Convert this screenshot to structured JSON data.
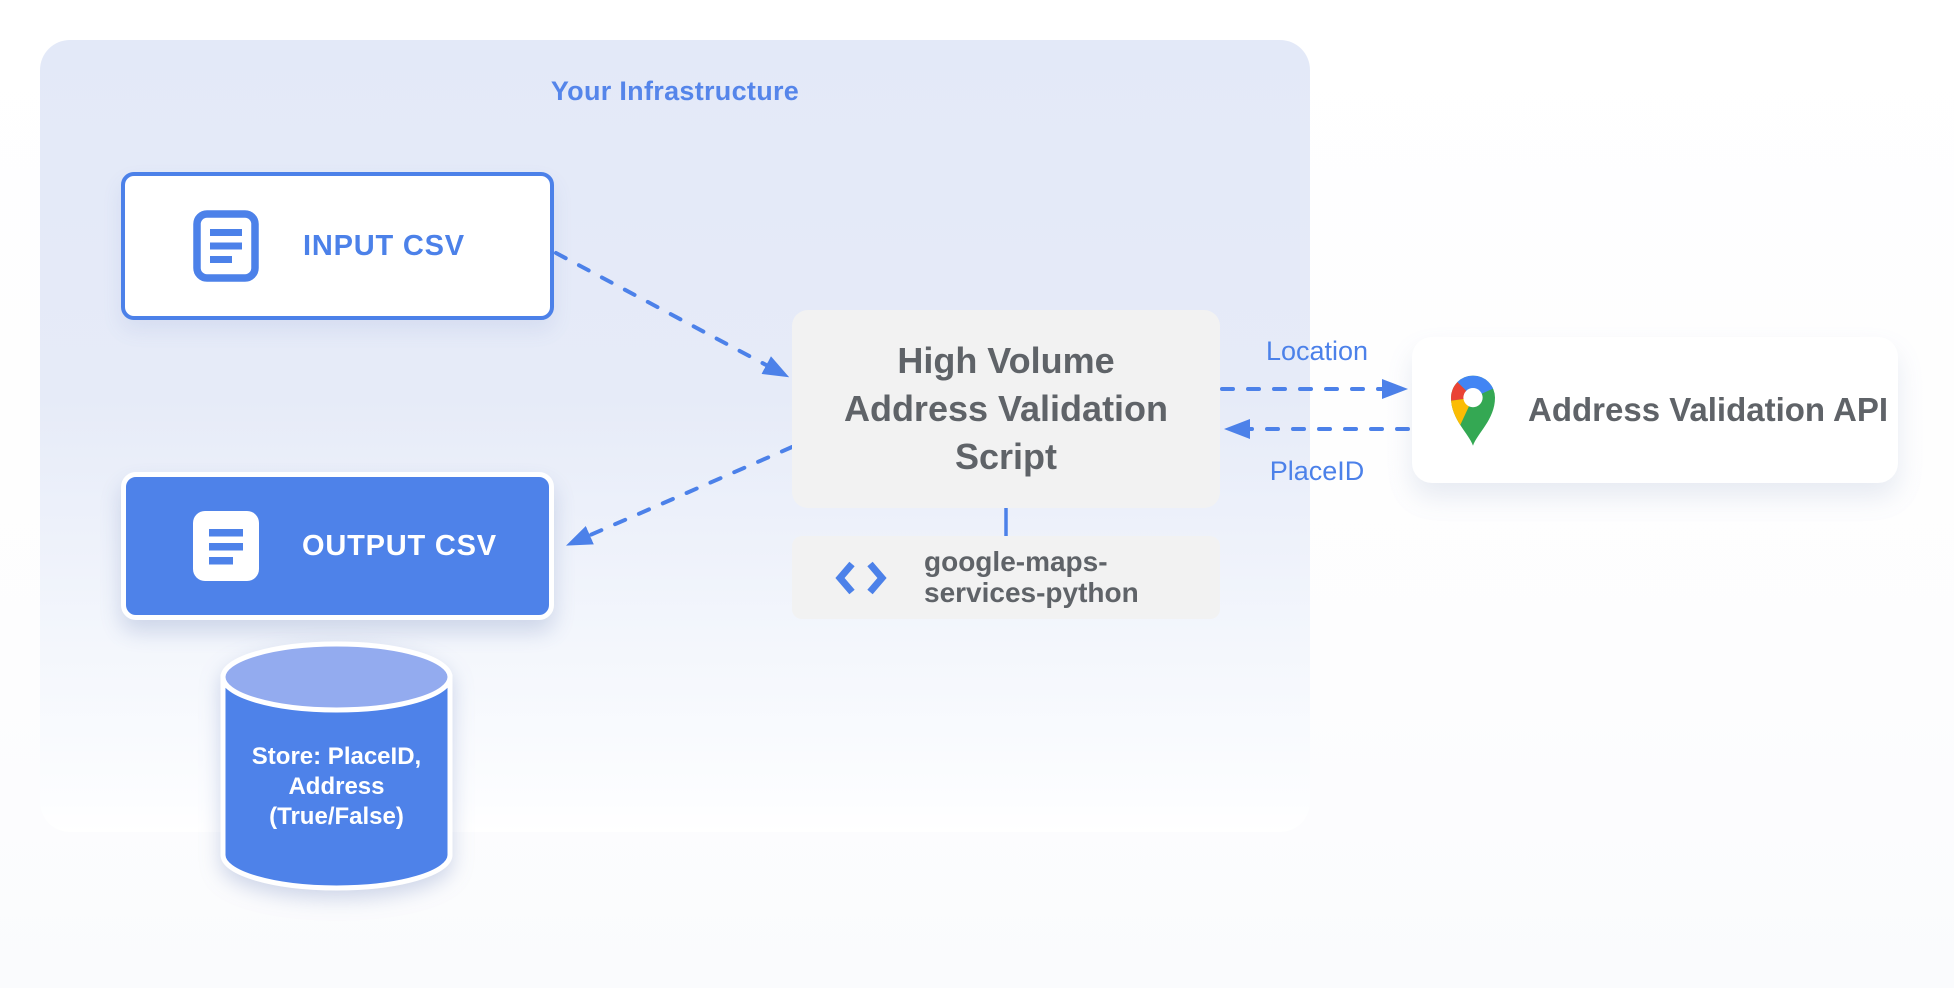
{
  "infrastructure": {
    "title": "Your Infrastructure"
  },
  "nodes": {
    "input_csv": {
      "label": "INPUT CSV",
      "icon": "document-outline-icon"
    },
    "output_csv": {
      "label": "OUTPUT CSV",
      "icon": "document-filled-icon"
    },
    "datastore": {
      "label": "Store: PlaceID,\nAddress\n(True/False)",
      "shape": "database-cylinder"
    },
    "script": {
      "label": "High Volume\nAddress Validation\nScript"
    },
    "library": {
      "label": "google-maps-\nservices-python",
      "icon": "code-icon"
    },
    "api": {
      "label": "Address Validation API",
      "icon": "google-maps-pin-icon"
    }
  },
  "edges": {
    "input_to_script": {
      "style": "dashed-arrow",
      "from": "input_csv",
      "to": "script"
    },
    "script_to_output": {
      "style": "dashed-arrow",
      "from": "script",
      "to": "output_csv"
    },
    "script_to_api": {
      "style": "dashed-arrow",
      "from": "script",
      "to": "api",
      "label": "Location"
    },
    "api_to_script": {
      "style": "dashed-arrow",
      "from": "api",
      "to": "script",
      "label": "PlaceID"
    },
    "script_to_library": {
      "style": "solid-line",
      "from": "script",
      "to": "library"
    }
  },
  "colors": {
    "accent_blue": "#4C81E9",
    "cylinder_top_blue": "#93ABEF",
    "container_fill_top": "#E3E9F8",
    "node_gray": "#F2F2F2",
    "text_gray": "#5F6368",
    "pin_red": "#EA4335",
    "pin_blue": "#4285F4",
    "pin_yellow": "#FBBC04",
    "pin_green": "#34A853"
  }
}
